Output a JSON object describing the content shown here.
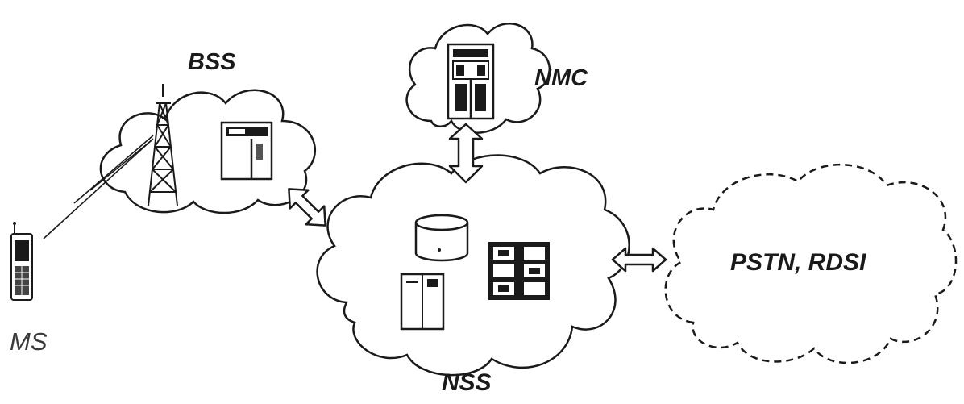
{
  "labels": {
    "bss": "BSS",
    "nmc": "NMC",
    "nss": "NSS",
    "pstn": "PSTN, RDSI",
    "ms": "MS"
  },
  "colors": {
    "ink": "#1a1a1a",
    "background": "#ffffff"
  }
}
